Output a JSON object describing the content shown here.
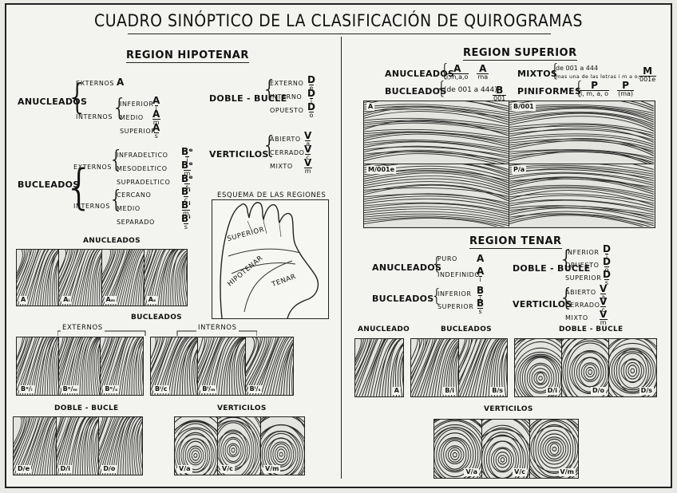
{
  "title": "CUADRO SINÓPTICO DE LA CLASIFICACIÓN DE QUIROGRAMAS",
  "hipotenar": {
    "heading": "REGION HIPOTENAR",
    "anucleados": {
      "label": "ANUCLEADOS",
      "externos": "EXTERNOS",
      "externos_code": "A",
      "internos": "INTERNOS",
      "items": [
        {
          "label": "INFERIOR",
          "n": "A",
          "d": "i"
        },
        {
          "label": "MEDIO",
          "n": "A",
          "d": "m"
        },
        {
          "label": "SUPERIOR",
          "n": "A",
          "d": "s"
        }
      ]
    },
    "bucleados": {
      "label": "BUCLEADOS",
      "externos": "EXTERNOS",
      "internos": "INTERNOS",
      "ext_items": [
        {
          "label": "INFRADELTICO",
          "n": "Bᵉ",
          "d": "i"
        },
        {
          "label": "MESODELTICO",
          "n": "Bᵉ",
          "d": "m"
        },
        {
          "label": "SUPRADELTICO",
          "n": "Bᵉ",
          "d": "s"
        }
      ],
      "int_items": [
        {
          "label": "CERCANO",
          "n": "Bⁱ",
          "d": "c"
        },
        {
          "label": "MEDIO",
          "n": "Bⁱ",
          "d": "m"
        },
        {
          "label": "SEPARADO",
          "n": "Bⁱ",
          "d": "s"
        }
      ]
    },
    "doble_bucle": {
      "label": "DOBLE - BUCLE",
      "items": [
        {
          "label": "EXTERNO",
          "n": "D",
          "d": "e"
        },
        {
          "label": "INTERNO",
          "n": "D",
          "d": "i"
        },
        {
          "label": "OPUESTO",
          "n": "D",
          "d": "o"
        }
      ]
    },
    "verticilos": {
      "label": "VERTICILOS",
      "items": [
        {
          "label": "ABIERTO",
          "n": "V",
          "d": "a"
        },
        {
          "label": "CERRADO",
          "n": "V",
          "d": "c"
        },
        {
          "label": "MIXTO",
          "n": "V",
          "d": "m"
        }
      ]
    },
    "esquema": {
      "title": "ESQUEMA DE LAS REGIONES",
      "superior": "SUPERIOR",
      "hipotenar": "HIPOTENAR",
      "tenar": "TENAR"
    },
    "photo_anucleados": {
      "heading": "ANUCLEADOS",
      "labels": [
        "A",
        "Aᵢ",
        "Aₘ",
        "Aₛ"
      ]
    },
    "photo_bucleados": {
      "heading": "BUCLEADOS",
      "externos": "EXTERNOS",
      "internos": "INTERNOS",
      "ext_labels": [
        "Bᵉ/ᵢ",
        "Bᵉ/ₘ",
        "Bᵉ/ₛ"
      ],
      "int_labels": [
        "Bⁱ/c",
        "Bⁱ/ₘ",
        "Bⁱ/ₛ"
      ]
    },
    "photo_doble": {
      "heading": "DOBLE - BUCLE",
      "labels": [
        "D/e",
        "D/i",
        "D/o"
      ]
    },
    "photo_vert": {
      "heading": "VERTICILOS",
      "labels": [
        "V/a",
        "V/c",
        "V/m"
      ]
    }
  },
  "superior": {
    "heading": "REGION SUPERIOR",
    "anucleados": {
      "label": "ANUCLEADOS",
      "f1n": "A",
      "f1d": "i,m,a,o",
      "f2n": "A",
      "f2d": "ma"
    },
    "bucleados": {
      "label": "BUCLEADOS",
      "range": "(de 001 a 444)",
      "n": "B",
      "d": "001"
    },
    "mixtos": {
      "label": "MIXTOS",
      "line1": "de 001 a 444",
      "line2": "mas una de las letras i m a o,",
      "n": "M",
      "d": "001e"
    },
    "piniformes": {
      "label": "PINIFORMES",
      "n1": "P",
      "d1": "i, m, a, o",
      "n2": "P",
      "d2": "(ma)"
    },
    "photo_labels": [
      "A",
      "B/001",
      "M/001e",
      "P/a"
    ]
  },
  "tenar": {
    "heading": "REGION TENAR",
    "anucleados": {
      "label": "ANUCLEADOS",
      "items": [
        {
          "label": "PURO",
          "n": "A",
          "d": ""
        },
        {
          "label": "INDEFINIDO",
          "n": "A",
          "d": "i"
        }
      ]
    },
    "bucleados": {
      "label": "BUCLEADOS",
      "items": [
        {
          "label": "INFERIOR",
          "n": "B",
          "d": "i"
        },
        {
          "label": "SUPERIOR",
          "n": "B",
          "d": "s"
        }
      ]
    },
    "doble_bucle": {
      "label": "DOBLE - BUCLE",
      "items": [
        {
          "label": "INFERIOR",
          "n": "D",
          "d": "i"
        },
        {
          "label": "OPUESTO",
          "n": "D",
          "d": "o"
        },
        {
          "label": "SUPERIOR",
          "n": "D",
          "d": "s"
        }
      ]
    },
    "verticilos": {
      "label": "VERTICILOS",
      "items": [
        {
          "label": "ABIERTO",
          "n": "V",
          "d": "a"
        },
        {
          "label": "CERRADO",
          "n": "V",
          "d": "c"
        },
        {
          "label": "MIXTO",
          "n": "V",
          "d": "m"
        }
      ]
    },
    "photo_headings": {
      "anucleado": "ANUCLEADO",
      "bucleados": "BUCLEADOS",
      "doble": "DOBLE - BUCLE",
      "verticilos": "VERTICILOS"
    },
    "photo_labels": {
      "anucleado": [
        "A"
      ],
      "bucleados": [
        "B/i",
        "B/s"
      ],
      "doble": [
        "D/i",
        "D/o",
        "D/s"
      ],
      "verticilos": [
        "V/a",
        "V/c",
        "V/m"
      ]
    }
  }
}
